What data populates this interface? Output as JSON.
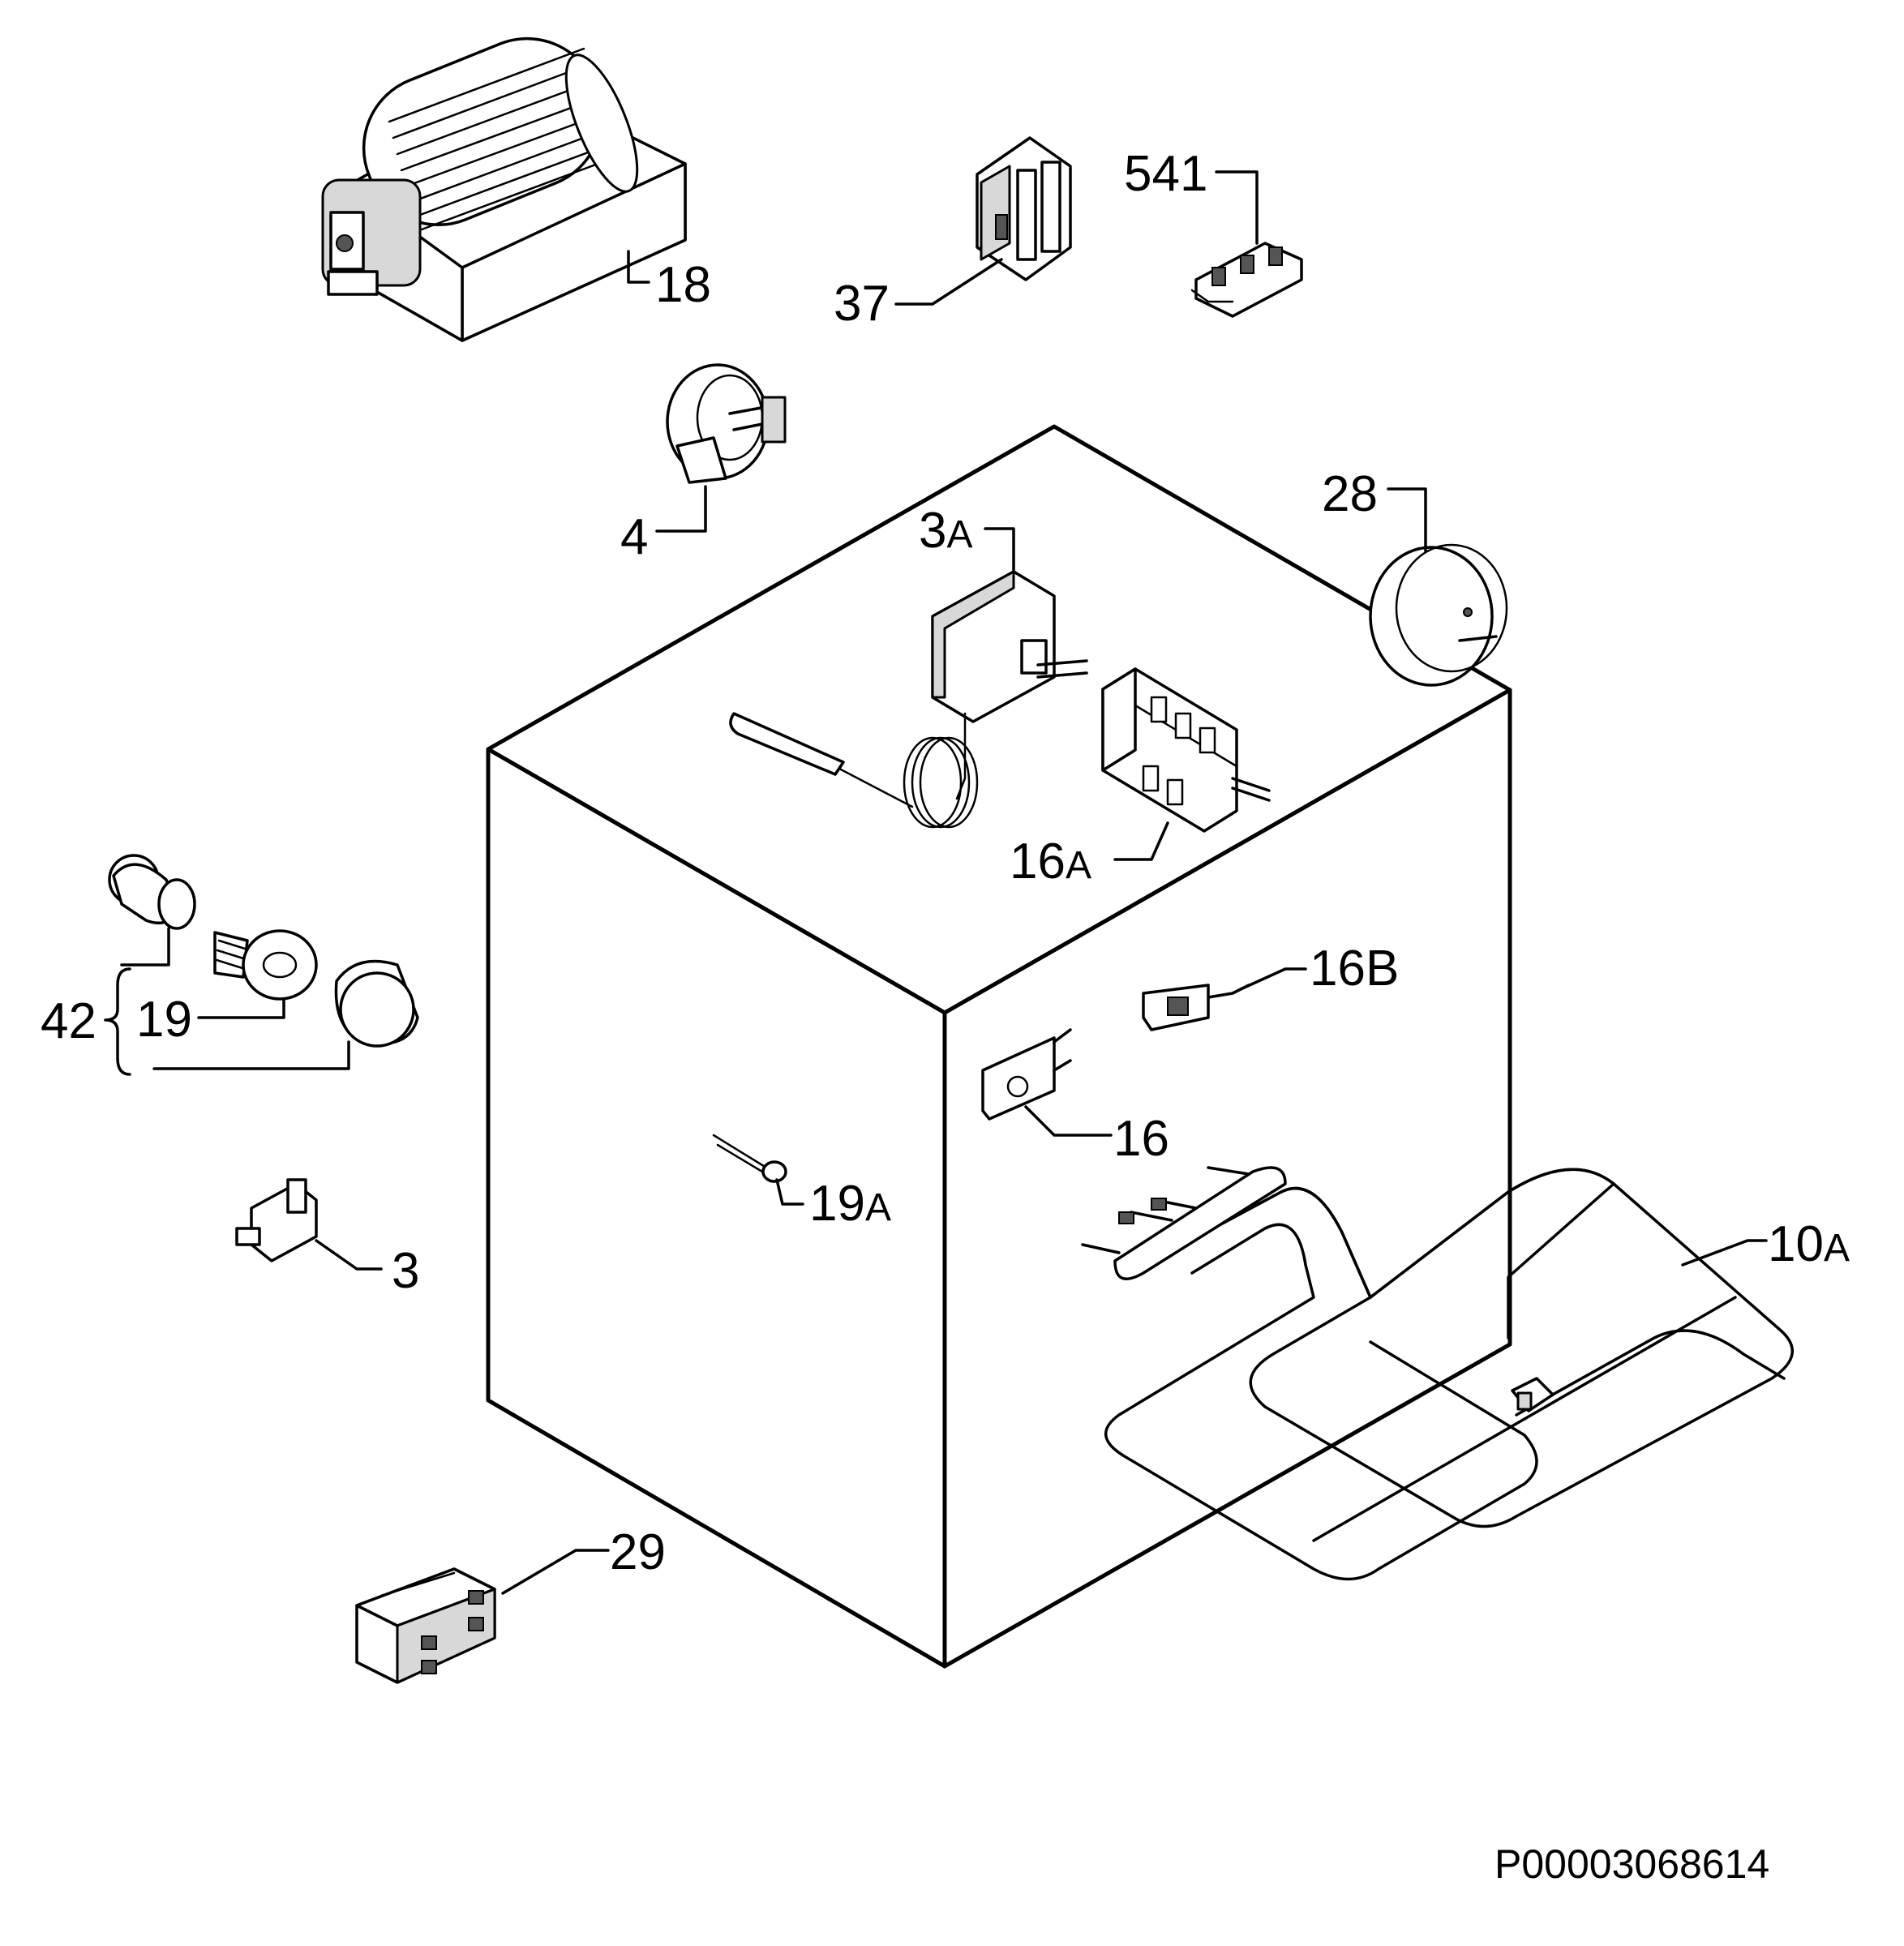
{
  "labels": {
    "p18": "18",
    "p37": "37",
    "p541": "541",
    "p4": "4",
    "p28": "28",
    "p3A_num": "3",
    "p3A_suffix": "A",
    "p16A_num": "16",
    "p16A_suffix": "A",
    "p16B": "16B",
    "p42": "42",
    "p19": "19",
    "p16": "16",
    "p19A_num": "19",
    "p19A_suffix": "A",
    "p3": "3",
    "p10A_num": "10",
    "p10A_suffix": "A",
    "p29": "29"
  },
  "reference": "P00003068614",
  "parts_icons": [
    "fan-motor-icon",
    "switch-icon",
    "connector-icon",
    "spit-motor-icon",
    "timer-icon",
    "thermostat-icon",
    "selector-switch-icon",
    "microswitch-icon",
    "lamp-holder-icon",
    "lamp-bulb-icon",
    "lamp-cover-icon",
    "indicator-lamp-icon",
    "terminal-icon",
    "grill-element-icon",
    "terminal-block-icon"
  ]
}
